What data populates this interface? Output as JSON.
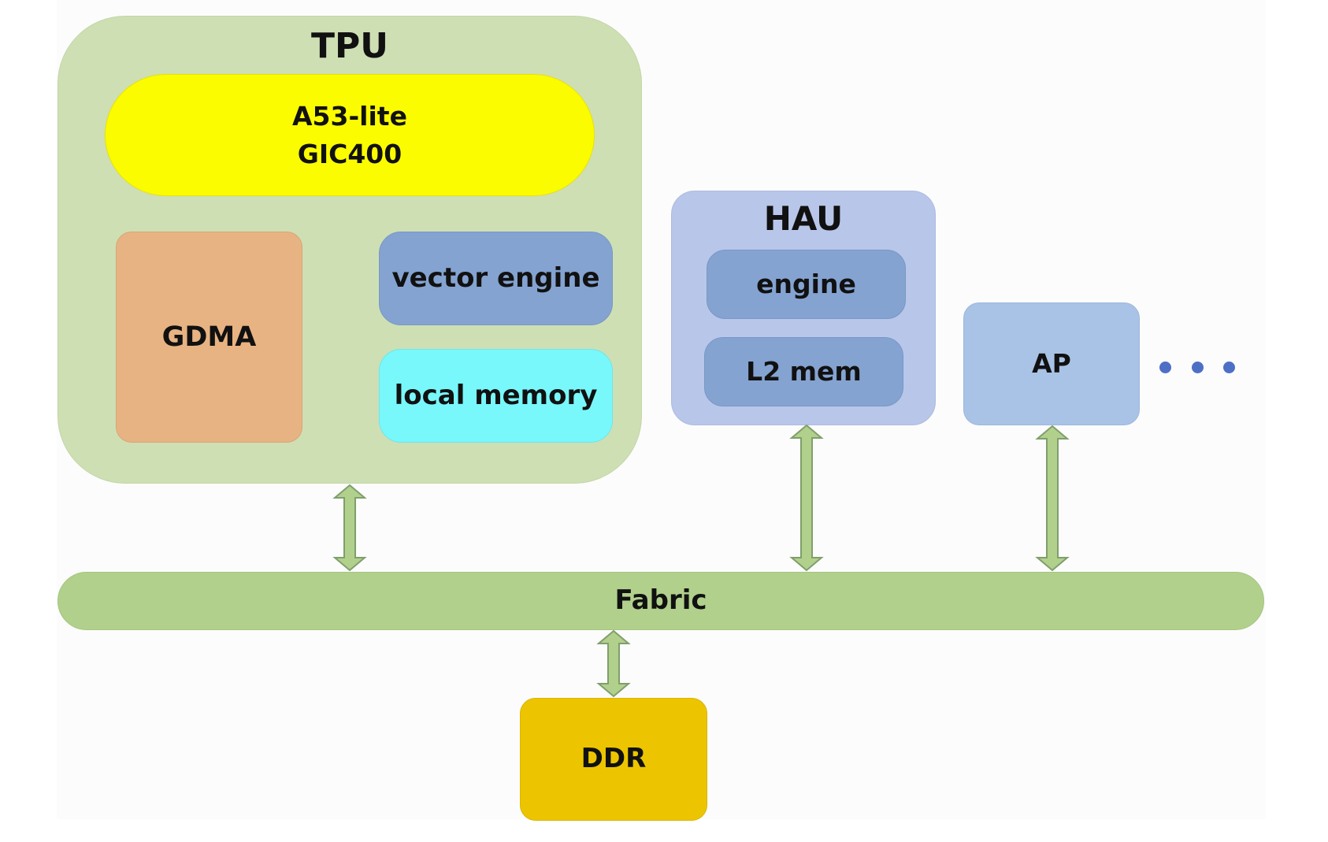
{
  "diagram": {
    "tpu": {
      "title": "TPU",
      "cpu_label": "A53-lite\nGIC400",
      "gdma_label": "GDMA",
      "vector_engine_label": "vector engine",
      "local_memory_label": "local memory"
    },
    "hau": {
      "title": "HAU",
      "engine_label": "engine",
      "l2_mem_label": "L2 mem"
    },
    "ap_label": "AP",
    "fabric_label": "Fabric",
    "ddr_label": "DDR",
    "colors": {
      "tpu": "#cedfb4",
      "cpu": "#fcfc00",
      "gdma": "#e8b382",
      "vector_engine": "#84a3d1",
      "local_memory": "#78f8fb",
      "hau": "#b8c6ea",
      "ap": "#a9c3e6",
      "fabric": "#b1d08c",
      "ddr": "#ecc500",
      "dots": "#4e6fc6"
    },
    "arrows": [
      "tpu-fabric-arrow",
      "hau-fabric-arrow",
      "ap-fabric-arrow",
      "fabric-ddr-arrow"
    ]
  }
}
